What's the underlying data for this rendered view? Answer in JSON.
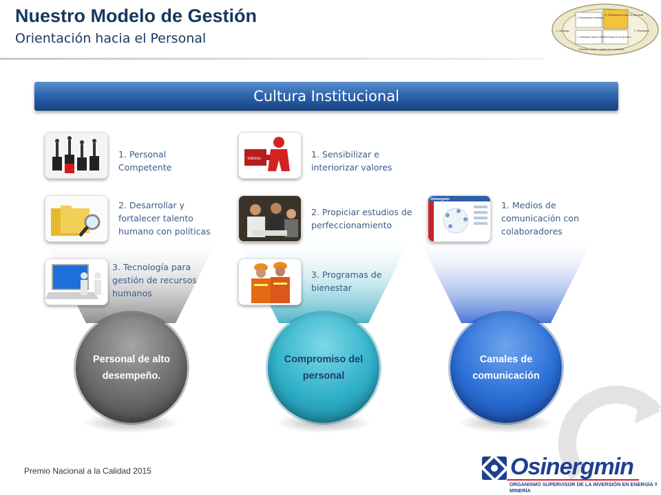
{
  "header": {
    "title": "Nuestro Modelo de Gestión",
    "subtitle": "Orientación hacia el Personal"
  },
  "model_diagram": {
    "labels": [
      "1. Liderazgo",
      "4. Planeamiento estratégico",
      "5. Orientación hacia el personal",
      "2. Resultados",
      "3. Orientación hacia el cliente",
      "6. Enfoque en los procesos",
      "4.Medición, análisis y gestión del conocimiento"
    ]
  },
  "banner": {
    "label": "Cultura Institucional"
  },
  "columns": [
    {
      "items": [
        {
          "text": "1. Personal Competente",
          "icon": "business-people-icon"
        },
        {
          "text": "2. Desarrollar y fortalecer talento humano con políticas",
          "icon": "folders-magnifier-icon"
        },
        {
          "text": "3. Tecnología para gestión de recursos humanos",
          "icon": "laptop-handshake-icon"
        }
      ],
      "sphere_label": "Personal de alto desempeño.",
      "colors": {
        "main": "#6b6b6b",
        "light": "#a5a5a5",
        "dark": "#3d3d3d",
        "text": "#ffffff"
      }
    },
    {
      "items": [
        {
          "text": "1. Sensibilizar e interiorizar valores",
          "icon": "puzzle-figure-icon"
        },
        {
          "text": "2. Propiciar estudios de perfeccionamiento",
          "icon": "study-group-icon"
        },
        {
          "text": "3. Programas de bienestar",
          "icon": "safety-workers-icon"
        }
      ],
      "sphere_label": "Compromiso del personal",
      "colors": {
        "main": "#2fb0c8",
        "light": "#7ed8e8",
        "dark": "#167a92",
        "text": "#1f3f6f"
      }
    },
    {
      "items": [
        {
          "text": "1. Medios de comunicación con colaboradores",
          "icon": "intranet-screen-icon"
        }
      ],
      "sphere_label": "Canales de comunicación",
      "colors": {
        "main": "#2a6fd6",
        "light": "#6fa4ee",
        "dark": "#133f93",
        "text": "#ffffff"
      }
    }
  ],
  "footer": {
    "award": "Premio Nacional a la Calidad 2015",
    "logo_name": "Osinergmin",
    "logo_tagline": "ORGANISMO SUPERVISOR DE LA INVERSIÓN EN ENERGÍA Y MINERÍA"
  }
}
